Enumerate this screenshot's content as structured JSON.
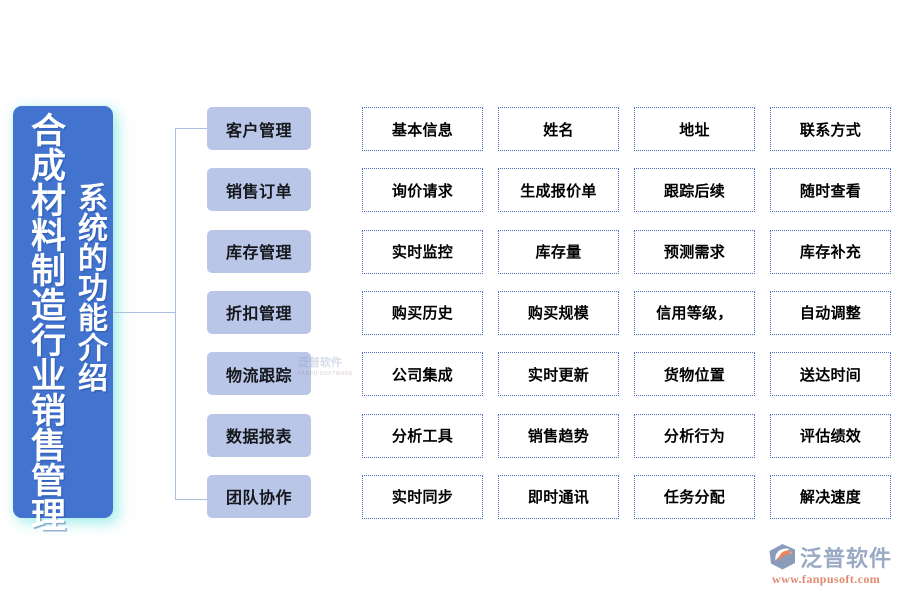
{
  "title_block": {
    "main_title": "合成材料制造行业销售管理",
    "subtitle": "系统的功能介绍",
    "background_color": "#4274cf",
    "glow_color": "#78e6e1"
  },
  "categories": [
    {
      "label": "客户管理"
    },
    {
      "label": "销售订单"
    },
    {
      "label": "库存管理"
    },
    {
      "label": "折扣管理"
    },
    {
      "label": "物流跟踪"
    },
    {
      "label": "数据报表"
    },
    {
      "label": "团队协作"
    }
  ],
  "feature_rows": [
    {
      "category": "客户管理",
      "cells": [
        "基本信息",
        "姓名",
        "地址",
        "联系方式"
      ]
    },
    {
      "category": "销售订单",
      "cells": [
        "询价请求",
        "生成报价单",
        "跟踪后续",
        "随时查看"
      ]
    },
    {
      "category": "库存管理",
      "cells": [
        "实时监控",
        "库存量",
        "预测需求",
        "库存补充"
      ]
    },
    {
      "category": "折扣管理",
      "cells": [
        "购买历史",
        "购买规模",
        "信用等级，",
        "自动调整"
      ]
    },
    {
      "category": "物流跟踪",
      "cells": [
        "公司集成",
        "实时更新",
        "货物位置",
        "送达时间"
      ]
    },
    {
      "category": "数据报表",
      "cells": [
        "分析工具",
        "销售趋势",
        "分析行为",
        "评估绩效"
      ]
    },
    {
      "category": "团队协作",
      "cells": [
        "实时同步",
        "即时通讯",
        "任务分配",
        "解决速度"
      ]
    }
  ],
  "watermark": {
    "text": "泛普软件",
    "sub": "FANPU SOFTWARE"
  },
  "logo": {
    "name": "泛普软件",
    "url": "www.fanpusoft.com",
    "word_color": "#9aa9c4",
    "url_color": "#e08a70",
    "mark_color": "#8b9cba",
    "mark_accent": "#e8845f"
  },
  "palette": {
    "category_box": "#b9c6e7",
    "cell_border": "#4a6fc4",
    "connector": "#a8bfe2",
    "page_background": "#ffffff"
  }
}
